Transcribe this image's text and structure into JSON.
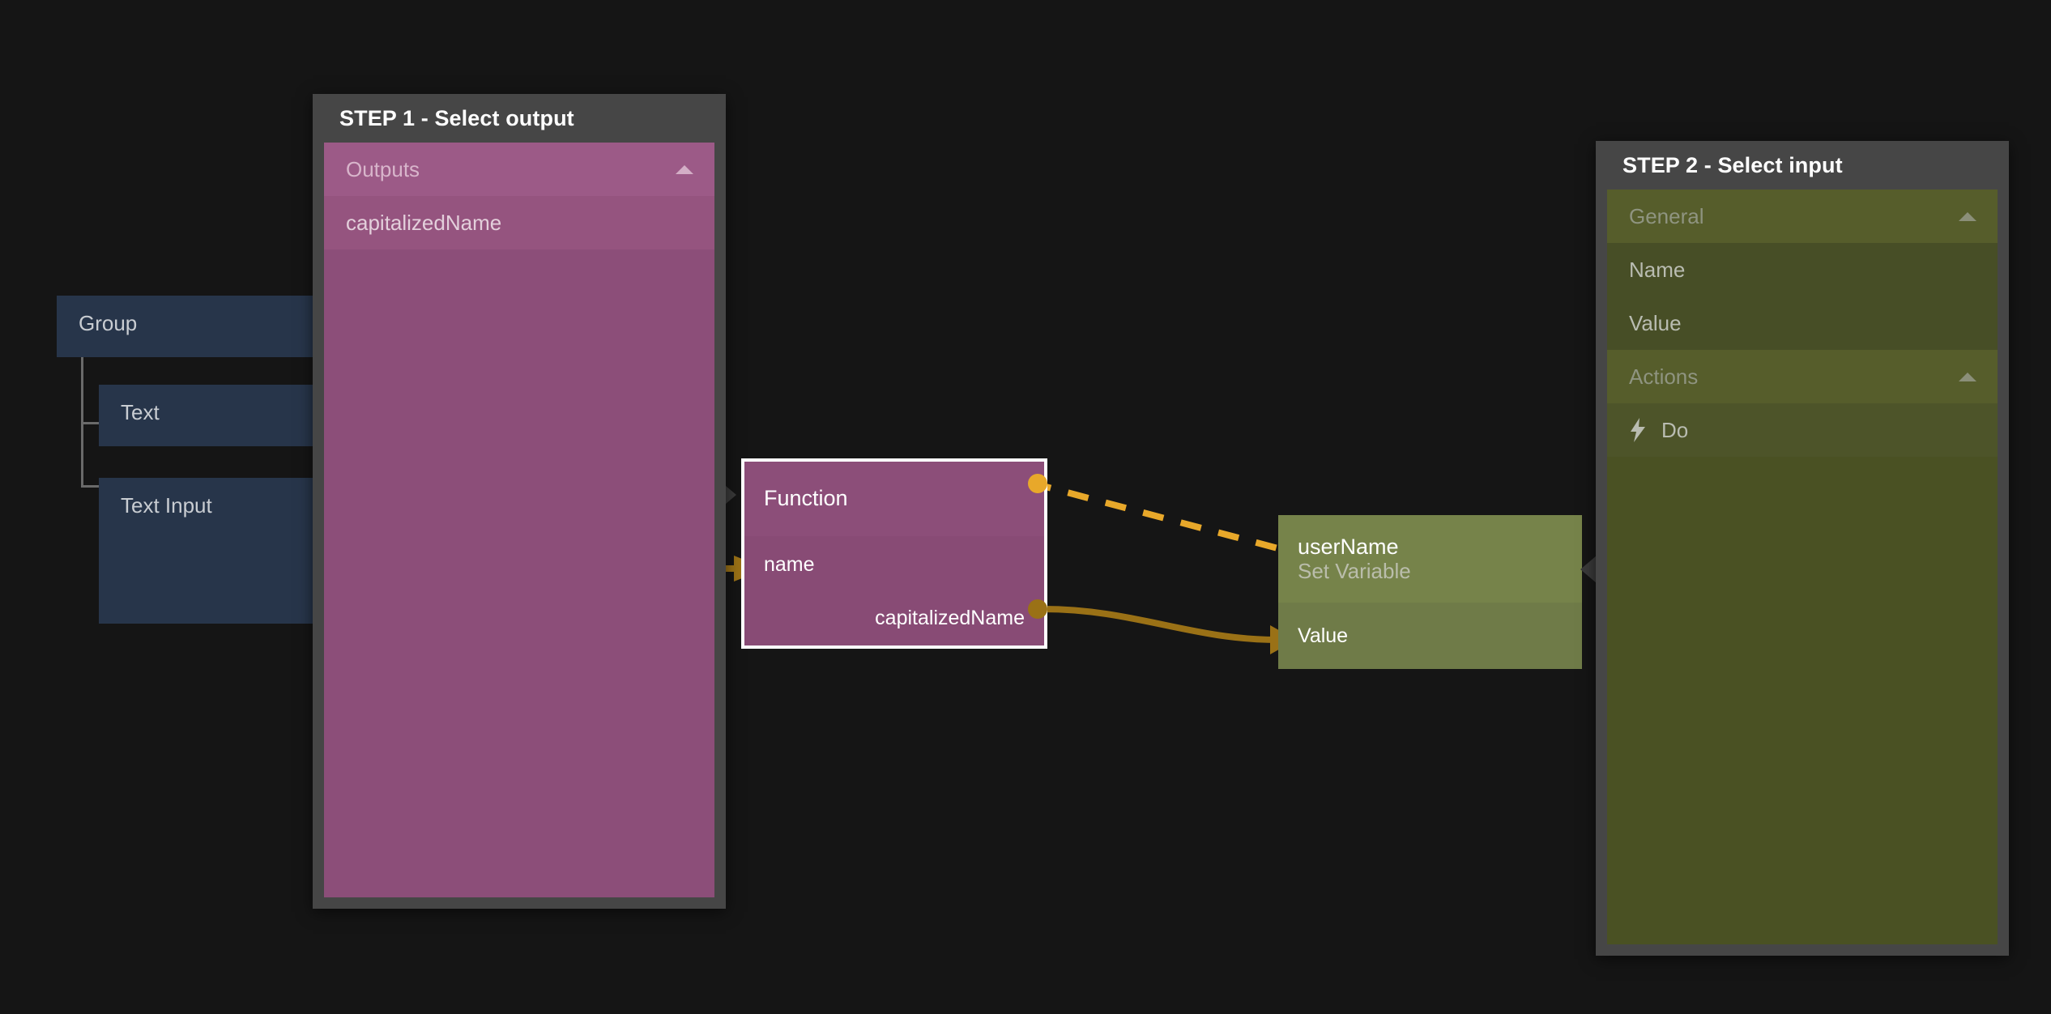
{
  "canvas": {
    "background_color": "#151515"
  },
  "tree": {
    "name": "widget-tree",
    "items": [
      {
        "label": "Group",
        "indent": 0
      },
      {
        "label": "Text",
        "indent": 1
      },
      {
        "label": "Text Input",
        "indent": 1
      }
    ]
  },
  "step1": {
    "title": "STEP 1 - Select output",
    "accent_color": "#8c4e79",
    "groups": [
      {
        "label": "Outputs",
        "collapse_icon": "chevron-up-icon",
        "items": [
          {
            "label": "capitalizedName",
            "icon": null
          }
        ]
      }
    ]
  },
  "step2": {
    "title": "STEP 2 - Select input",
    "accent_color": "#4a5123",
    "groups": [
      {
        "label": "General",
        "collapse_icon": "chevron-up-icon",
        "items": [
          {
            "label": "Name",
            "icon": null
          },
          {
            "label": "Value",
            "icon": null
          }
        ]
      },
      {
        "label": "Actions",
        "collapse_icon": "chevron-up-icon",
        "items": [
          {
            "label": "Do",
            "icon": "lightning-bolt-icon"
          }
        ]
      }
    ]
  },
  "nodes": {
    "function_node": {
      "title": "Function",
      "subtitle": "",
      "selected": true,
      "header_color": "#8c4e79",
      "body_color": "#884b75",
      "inputs": [
        {
          "label": "name"
        }
      ],
      "outputs": [
        {
          "label": "capitalizedName"
        }
      ]
    },
    "set_variable_node": {
      "title": "userName",
      "subtitle": "Set Variable",
      "selected": false,
      "header_color": "#76834a",
      "body_color": "#6f7b48",
      "inputs": [
        {
          "label": "Value"
        }
      ],
      "outputs": []
    }
  },
  "wires": {
    "exec_color": "#e8a82a",
    "data_color": "#9a7116",
    "links": [
      {
        "type": "exec",
        "from": "function_node.exec-out",
        "to": "set_variable_node.exec-in",
        "style": "dashed"
      },
      {
        "type": "data",
        "from": "function_node.capitalizedName",
        "to": "set_variable_node.Value",
        "style": "solid"
      }
    ]
  }
}
